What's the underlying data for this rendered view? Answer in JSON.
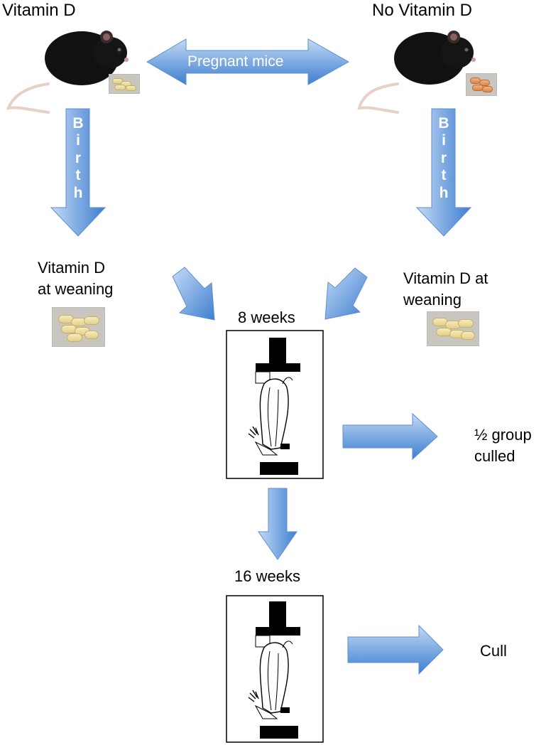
{
  "top": {
    "left_title": "Vitamin D",
    "right_title": "No Vitamin D",
    "center_arrow_label": "Pregnant mice"
  },
  "birth_arrow_letters": [
    "B",
    "i",
    "r",
    "t",
    "h"
  ],
  "weaning": {
    "left_line1": "Vitamin D",
    "left_line2": "at weaning",
    "right_line1": "Vitamin D at",
    "right_line2": "weaning"
  },
  "timepoints": {
    "first": "8 weeks",
    "second": "16 weeks"
  },
  "outcomes": {
    "first_line1": "½ group",
    "first_line2": "culled",
    "second": "Cull"
  },
  "colors": {
    "arrow_light": "#a9c7ec",
    "arrow_dark": "#3f7fd0",
    "mouse_body": "#111111",
    "pellet_vitd": "#ead98f",
    "pellet_novitd": "#e48f50"
  },
  "icons": [
    "mouse",
    "food-pellets",
    "arm-muscle-test-rig"
  ]
}
